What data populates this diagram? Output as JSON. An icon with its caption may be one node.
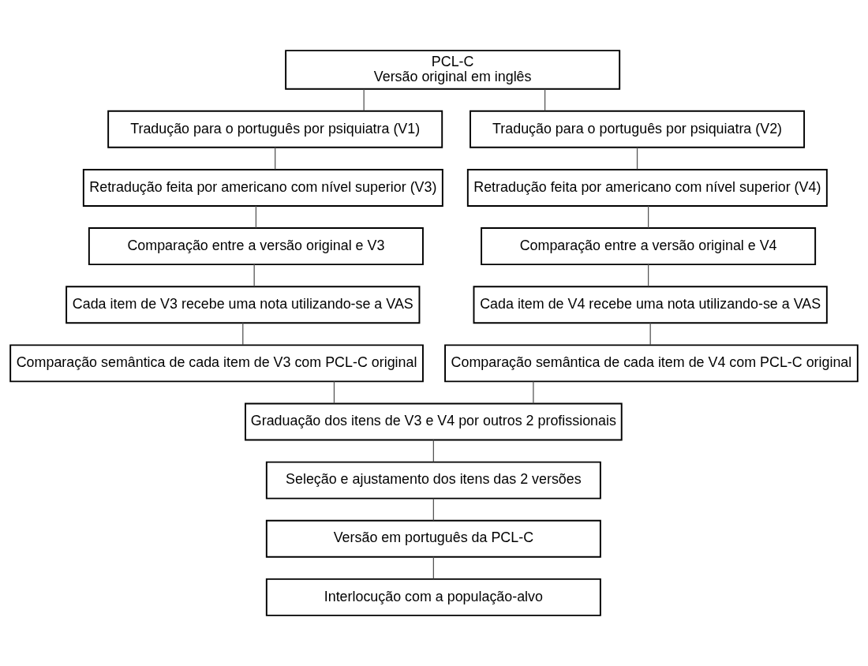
{
  "diagram": {
    "nodes": [
      {
        "text": [
          "PCL-C",
          "Versão original em inglês"
        ]
      },
      {
        "text": [
          "Tradução para o português por psiquiatra (V1)"
        ]
      },
      {
        "text": [
          "Tradução para o português por psiquiatra (V2)"
        ]
      },
      {
        "text": [
          "Retradução feita por americano com nível superior (V3)"
        ]
      },
      {
        "text": [
          "Retradução feita por americano com nível superior (V4)"
        ]
      },
      {
        "text": [
          "Comparação entre a versão original e V3"
        ]
      },
      {
        "text": [
          "Comparação entre a versão original e V4"
        ]
      },
      {
        "text": [
          "Cada item de V3 recebe uma nota utilizando-se a VAS"
        ]
      },
      {
        "text": [
          "Cada item de V4 recebe uma nota utilizando-se a VAS"
        ]
      },
      {
        "text": [
          "Comparação semântica de cada item de V3 com PCL-C original"
        ]
      },
      {
        "text": [
          "Comparação semântica de cada item de V4 com PCL-C original"
        ]
      },
      {
        "text": [
          "Graduação dos itens de V3 e V4 por outros 2 profissionais"
        ]
      },
      {
        "text": [
          "Seleção e ajustamento dos itens das 2 versões"
        ]
      },
      {
        "text": [
          "Versão em português da PCL-C"
        ]
      },
      {
        "text": [
          "Interlocução com a população-alvo"
        ]
      }
    ],
    "edges": [
      {
        "from": 0,
        "to": 1,
        "arrow": "none"
      },
      {
        "from": 0,
        "to": 2,
        "arrow": "none"
      },
      {
        "from": 1,
        "to": 3,
        "arrow": "none"
      },
      {
        "from": 2,
        "to": 4,
        "arrow": "none"
      },
      {
        "from": 3,
        "to": 5,
        "arrow": "none"
      },
      {
        "from": 4,
        "to": 6,
        "arrow": "none"
      },
      {
        "from": 5,
        "to": 7,
        "arrow": "none"
      },
      {
        "from": 6,
        "to": 8,
        "arrow": "none"
      },
      {
        "from": 7,
        "to": 9,
        "arrow": "none"
      },
      {
        "from": 8,
        "to": 10,
        "arrow": "none"
      },
      {
        "from": 9,
        "to": 11,
        "arrow": "none"
      },
      {
        "from": 10,
        "to": 11,
        "arrow": "none"
      },
      {
        "from": 11,
        "to": 12,
        "arrow": "none"
      },
      {
        "from": 12,
        "to": 13,
        "arrow": "none"
      },
      {
        "from": 13,
        "to": 14,
        "arrow": "none"
      }
    ]
  }
}
